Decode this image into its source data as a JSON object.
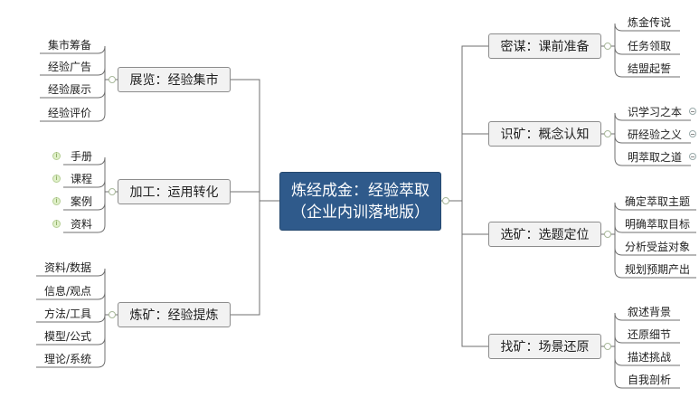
{
  "root": {
    "line1": "炼经成金：经验萃取",
    "line2": "（企业内训落地版）"
  },
  "left": [
    {
      "label": "展览：经验集市",
      "children": [
        "集市筹备",
        "经验广告",
        "经验展示",
        "经验评价"
      ]
    },
    {
      "label": "加工：运用转化",
      "children": [
        "手册",
        "课程",
        "案例",
        "资料"
      ]
    },
    {
      "label": "炼矿：经验提炼",
      "children": [
        "资料/数据",
        "信息/观点",
        "方法/工具",
        "模型/公式",
        "理论/系统"
      ]
    }
  ],
  "right": [
    {
      "label": "密谋：课前准备",
      "children": [
        "炼金传说",
        "任务领取",
        "结盟起誓"
      ]
    },
    {
      "label": "识矿：概念认知",
      "children": [
        "识学习之本",
        "研经验之义",
        "明萃取之道"
      ]
    },
    {
      "label": "选矿：选题定位",
      "children": [
        "确定萃取主题",
        "明确萃取目标",
        "分析受益对象",
        "规划预期产出"
      ]
    },
    {
      "label": "找矿：场景还原",
      "children": [
        "叙述背景",
        "还原细节",
        "描述挑战",
        "自我剖析"
      ]
    }
  ],
  "colors": {
    "root_fill": "#2f5a8b",
    "branch_fill": "#f2f2f2",
    "line": "#6f6f6f"
  }
}
